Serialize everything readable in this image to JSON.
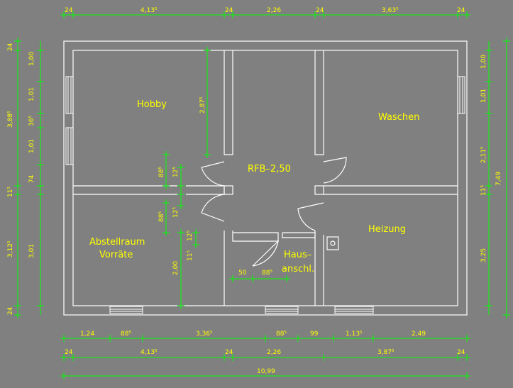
{
  "rooms": {
    "hobby": "Hobby",
    "waschen": "Waschen",
    "rfb": "RFB–2,50",
    "abstell_1": "Abstellraum",
    "abstell_2": "Vorräte",
    "heizung": "Heizung",
    "haus_1": "Haus–",
    "haus_2": "anschl."
  },
  "dims_top": [
    "24",
    "4,13⁵",
    "24",
    "2,26",
    "24",
    "3,63⁵",
    "24"
  ],
  "dims_bottom_1": [
    "1,24",
    "88⁵",
    "3,36⁵",
    "88⁵",
    "99",
    "1,13⁵",
    "2,49"
  ],
  "dims_bottom_2": [
    "24",
    "4,13⁵",
    "24",
    "2,26",
    "3,87⁵",
    "24"
  ],
  "dims_bottom_total": "10,99",
  "dims_left_outer": [
    "24",
    "3,88⁵",
    "11⁵",
    "3,12⁵",
    "24"
  ],
  "dims_left_inner": [
    "1,00",
    "1,01",
    "36⁵",
    "1,01",
    "74"
  ],
  "dims_left_lower": "3,01",
  "dims_right_outer": "7,49",
  "dims_right_inner": [
    "1,00",
    "1,01",
    "2,11⁵",
    "11⁵",
    "3,25"
  ],
  "dims_interior": {
    "hobby_door": "2,87⁵",
    "d88a": "88⁵",
    "d12a": "12⁵",
    "d88b": "88⁵",
    "d12b": "12⁵",
    "d12c": "12⁵",
    "d11": "11⁵",
    "d200": "2,00",
    "d50": "50",
    "d88c": "88⁵"
  }
}
